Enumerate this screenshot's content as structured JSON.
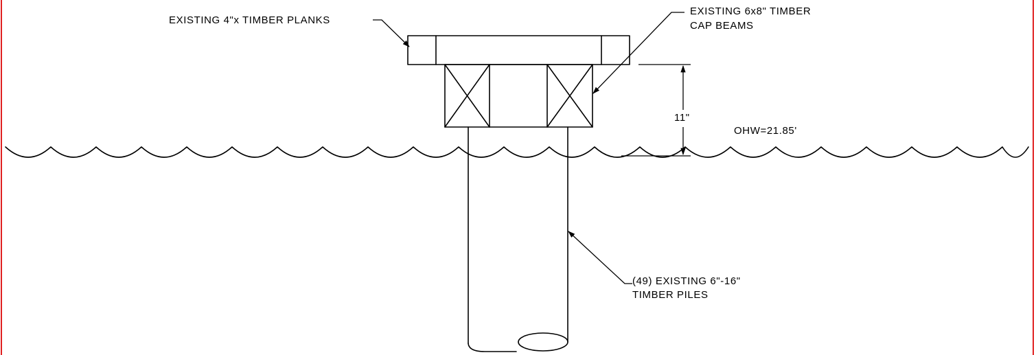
{
  "colors": {
    "linework": "#000000",
    "border": "#e02020",
    "background": "#ffffff"
  },
  "labels": {
    "planks": "EXISTING 4\"x TIMBER PLANKS",
    "cap_beams_line1": "EXISTING 6x8\" TIMBER",
    "cap_beams_line2": "CAP BEAMS",
    "dimension": "11\"",
    "water_level": "OHW=21.85'",
    "piles_line1": "(49) EXISTING 6\"-16\"",
    "piles_line2": "TIMBER PILES"
  }
}
